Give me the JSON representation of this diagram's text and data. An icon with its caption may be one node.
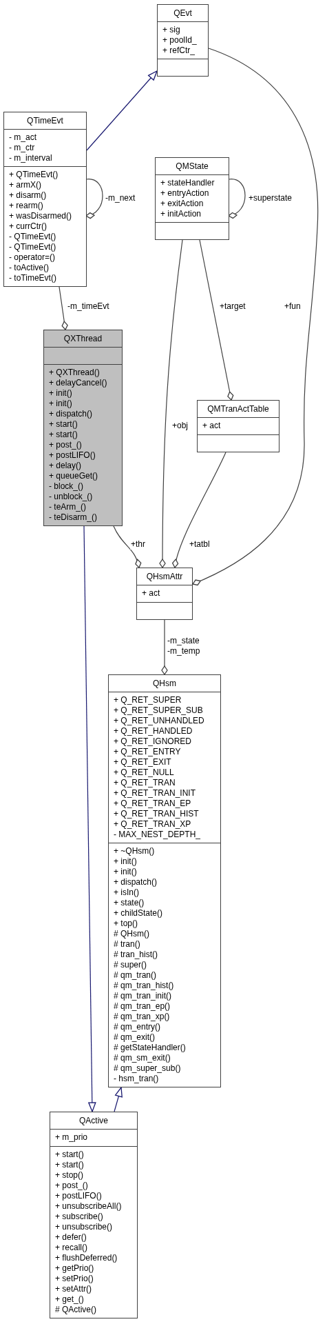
{
  "diagram": {
    "nodes": [
      {
        "text": [
          "QEvt"
        ]
      },
      {
        "text": [
          "+ sig",
          "+ poolId_",
          "+ refCtr_"
        ],
        "in": 0
      },
      {
        "text": [],
        "shape": "box",
        "in": 0
      },
      {
        "text": [
          "QTimeEvt"
        ]
      },
      {
        "text": [
          "- m_act",
          "- m_ctr",
          "- m_interval"
        ],
        "in": 3
      },
      {
        "text": [
          "+ QTimeEvt()",
          "+ armX()",
          "+ disarm()",
          "+ rearm()",
          "+ wasDisarmed()",
          "+ currCtr()",
          "- QTimeEvt()",
          "- QTimeEvt()",
          "- operator=()",
          "- toActive()",
          "- toTimeEvt()"
        ],
        "in": 3
      },
      {
        "text": [
          "QMState"
        ]
      },
      {
        "text": [
          "+ stateHandler",
          "+ entryAction",
          "+ exitAction",
          "+ initAction"
        ],
        "in": 6
      },
      {
        "text": [],
        "shape": "box",
        "in": 6
      },
      {
        "text": [
          "QXThread"
        ]
      },
      {
        "text": [],
        "shape": "box",
        "in": 9
      },
      {
        "text": [
          "+ QXThread()",
          "+ delayCancel()",
          "+ init()",
          "+ init()",
          "+ dispatch()",
          "+ start()",
          "+ start()",
          "+ post_()",
          "+ postLIFO()",
          "+ delay()",
          "+ queueGet()",
          "- block_()",
          "- unblock_()",
          "- teArm_()",
          "- teDisarm_()"
        ],
        "in": 9
      },
      {
        "text": [
          "QMTranActTable"
        ]
      },
      {
        "text": [
          "+ act"
        ],
        "in": 12
      },
      {
        "text": [],
        "shape": "box",
        "in": 12
      },
      {
        "text": [
          "QHsmAttr"
        ]
      },
      {
        "text": [
          "+ act"
        ],
        "in": 15
      },
      {
        "text": [],
        "shape": "box",
        "in": 15
      },
      {
        "text": [
          "QHsm"
        ]
      },
      {
        "text": [
          "+ Q_RET_SUPER",
          "+ Q_RET_SUPER_SUB",
          "+ Q_RET_UNHANDLED",
          "+ Q_RET_HANDLED",
          "+ Q_RET_IGNORED",
          "+ Q_RET_ENTRY",
          "+ Q_RET_EXIT",
          "+ Q_RET_NULL",
          "+ Q_RET_TRAN",
          "+ Q_RET_TRAN_INIT",
          "+ Q_RET_TRAN_EP",
          "+ Q_RET_TRAN_HIST",
          "+ Q_RET_TRAN_XP",
          "- MAX_NEST_DEPTH_"
        ],
        "in": 18
      },
      {
        "text": [
          "+ ~QHsm()",
          "+ init()",
          "+ init()",
          "+ dispatch()",
          "+ isIn()",
          "+ state()",
          "+ childState()",
          "+ top()",
          "# QHsm()",
          "# tran()",
          "# tran_hist()",
          "# super()",
          "# qm_tran()",
          "# qm_tran_hist()",
          "# qm_tran_init()",
          "# qm_tran_ep()",
          "# qm_tran_xp()",
          "# qm_entry()",
          "# qm_exit()",
          "# getStateHandler()",
          "# qm_sm_exit()",
          "# qm_super_sub()",
          "- hsm_tran()"
        ],
        "in": 18
      },
      {
        "text": [
          "QActive"
        ]
      },
      {
        "text": [
          "+ m_prio"
        ],
        "in": 21
      },
      {
        "text": [
          "+ start()",
          "+ start()",
          "+ stop()",
          "+ post_()",
          "+ postLIFO()",
          "+ unsubscribeAll()",
          "+ subscribe()",
          "+ unsubscribe()",
          "+ defer()",
          "+ recall()",
          "+ flushDeferred()",
          "+ getPrio()",
          "+ setPrio()",
          "+ setAttr()",
          "+ get_()",
          "# QActive()"
        ],
        "in": 21
      }
    ],
    "edges": [
      {
        "from": 3,
        "to": 0,
        "arrow": "to",
        "color": "#191970"
      },
      {
        "from": 5,
        "to": 5,
        "arrow": "other",
        "label": "-m_next"
      },
      {
        "from": 7,
        "to": 7,
        "arrow": "other",
        "label": "+superstate"
      },
      {
        "from": 3,
        "to": 9,
        "arrow": "other",
        "label": "-m_timeEvt"
      },
      {
        "from": 6,
        "to": 12,
        "arrow": "other",
        "label": "+target"
      },
      {
        "from": 9,
        "to": 15,
        "arrow": "other",
        "label": "+thr"
      },
      {
        "from": 6,
        "to": 15,
        "arrow": "other",
        "label": "+obj"
      },
      {
        "from": 12,
        "to": 15,
        "arrow": "other",
        "label": "+tatbl"
      },
      {
        "from": 0,
        "to": 15,
        "arrow": "other",
        "label": "+fun"
      },
      {
        "from": 15,
        "to": 18,
        "arrow": "other",
        "label": "-m_state -m_temp"
      },
      {
        "from": 9,
        "to": 21,
        "arrow": "to",
        "color": "#191970"
      },
      {
        "from": 21,
        "to": 18,
        "arrow": "to",
        "color": "#191970"
      }
    ]
  }
}
